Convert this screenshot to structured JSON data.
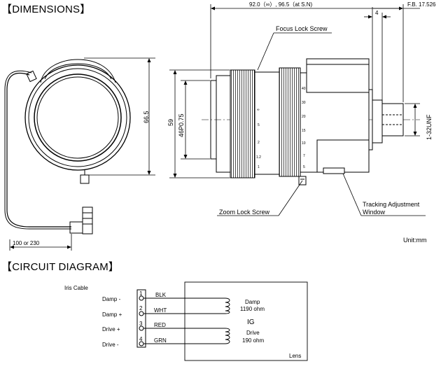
{
  "headings": {
    "dimensions": "【DIMENSIONS】",
    "circuit": "【CIRCUIT DIAGRAM】"
  },
  "dimensions": {
    "overall_length": "92.0（∞）, 96.5（at S.N)",
    "flange_back": "F.B. 17.526",
    "dim_4": "4",
    "dim_66_5": "66.5",
    "dim_59": "59",
    "dim_46": "46P0.75",
    "thread": "1-32UNF",
    "cable_length": "100 or 230",
    "unit": "Unit:mm",
    "callouts": {
      "focus_lock": "Focus Lock Screw",
      "zoom_lock": "Zoom Lock Screw",
      "tracking_line1": "Tracking Adjustment",
      "tracking_line2": "Window"
    },
    "focus_scale": [
      "∞",
      "5",
      "2",
      "1.2",
      "1"
    ],
    "zoom_scale": [
      "40",
      "30",
      "20",
      "15",
      "10",
      "7",
      "5"
    ]
  },
  "circuit": {
    "cable_label": "Iris Cable",
    "pins": [
      {
        "num": "1",
        "signal": "Damp  -",
        "wire": "BLK"
      },
      {
        "num": "2",
        "signal": "Damp  +",
        "wire": "WHT"
      },
      {
        "num": "3",
        "signal": "Drive  +",
        "wire": "RED"
      },
      {
        "num": "4",
        "signal": "Drive  -",
        "wire": "GRN"
      }
    ],
    "damp_coil": {
      "name": "Damp",
      "value": "1190 ohm"
    },
    "drive_coil": {
      "name": "Drive",
      "value": "190 ohm"
    },
    "ig_label": "IG",
    "lens_label": "Lens"
  }
}
